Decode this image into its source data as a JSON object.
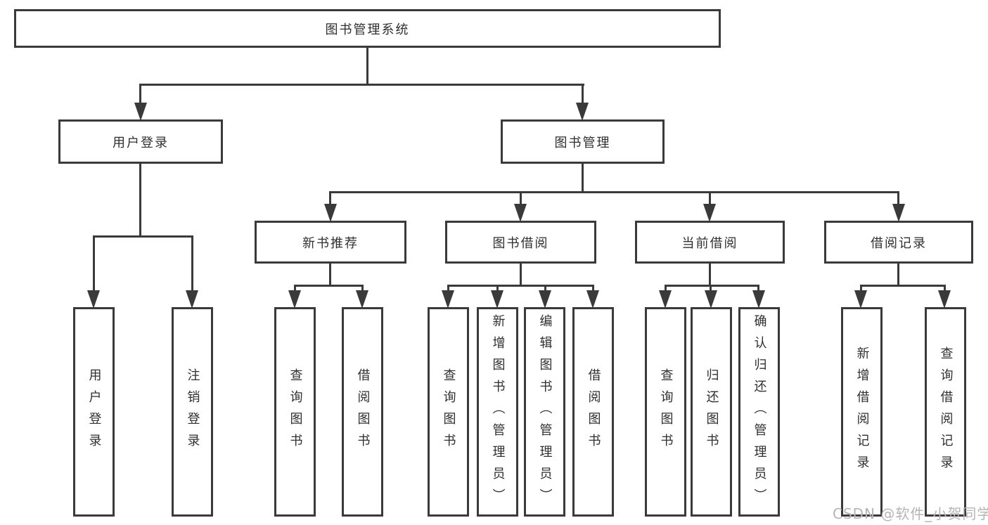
{
  "root": {
    "label": "图书管理系统"
  },
  "level2": {
    "user_login": "用户登录",
    "book_mgmt": "图书管理"
  },
  "level3": {
    "new_books": "新书推荐",
    "book_borrow": "图书借阅",
    "current_borrow": "当前借阅",
    "borrow_records": "借阅记录"
  },
  "leaves": {
    "user_login": [
      "用户登录",
      "注销登录"
    ],
    "new_books": [
      "查询图书",
      "借阅图书"
    ],
    "book_borrow": [
      "查询图书",
      "新增图书（管理员）",
      "编辑图书（管理员）",
      "借阅图书"
    ],
    "current_borrow": [
      "查询图书",
      "归还图书",
      "确认归还（管理员）"
    ],
    "borrow_records": [
      "新增借阅记录",
      "查询借阅记录"
    ]
  },
  "watermark": "CSDN @软件_小贺同学",
  "colors": {
    "line": "#3a3a3a",
    "box_background": "#ffffff",
    "text": "#2f2f2f",
    "watermark": "#b5b5b5"
  }
}
